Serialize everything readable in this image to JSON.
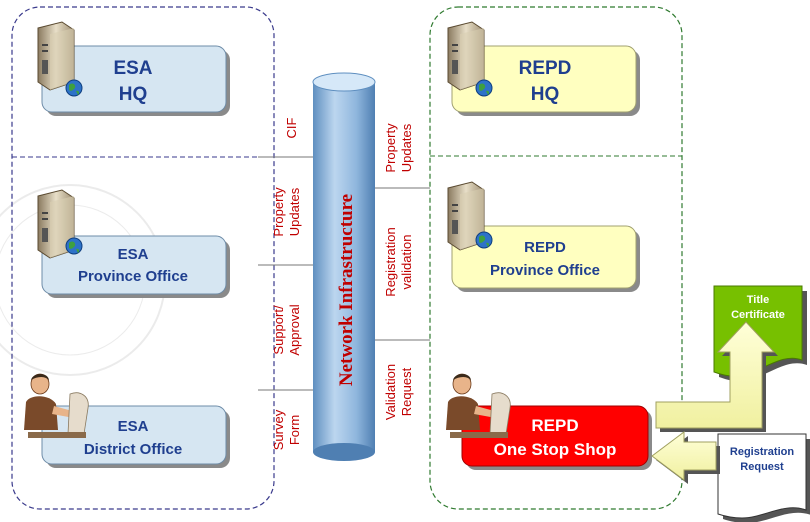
{
  "diagram": {
    "left_zone": {
      "hq": {
        "line1": "ESA",
        "line2": "HQ"
      },
      "province": {
        "line1": "ESA",
        "line2": "Province Office"
      },
      "district": {
        "line1": "ESA",
        "line2": "District Office"
      }
    },
    "right_zone": {
      "hq": {
        "line1": "REPD",
        "line2": "HQ"
      },
      "province": {
        "line1": "REPD",
        "line2": "Province Office"
      },
      "oss": {
        "line1": "REPD",
        "line2": "One Stop Shop"
      }
    },
    "network": {
      "label": "Network Infrastructure"
    },
    "left_flows": {
      "cif": "CIF",
      "property_updates": {
        "line1": "Property",
        "line2": "Updates"
      },
      "support_approval": {
        "line1": "Support/",
        "line2": "Approval"
      },
      "survey_form": {
        "line1": "Survey",
        "line2": "Form"
      }
    },
    "right_flows": {
      "property_updates": {
        "line1": "Property",
        "line2": "Updates"
      },
      "registration_validation": {
        "line1": "Registration",
        "line2": "validation"
      },
      "validation_request": {
        "line1": "Validation",
        "line2": "Request"
      }
    },
    "documents": {
      "title_certificate": {
        "line1": "Title",
        "line2": "Certificate"
      },
      "registration_request": {
        "line1": "Registration",
        "line2": "Request"
      }
    },
    "colors": {
      "esa_box": "#d6e6f2",
      "repd_box": "#ffffc0",
      "oss_box": "#ff0000",
      "cylinder": "#9fc4e6",
      "flow_text": "#c00000",
      "network_text": "#c00000",
      "title_doc": "#77c000",
      "left_dash": "#3a3a8c",
      "right_dash": "#2f7a2f"
    },
    "icons": [
      "server-icon",
      "globe-icon",
      "person-at-desk-icon",
      "document-icon",
      "arrow-icon"
    ]
  }
}
